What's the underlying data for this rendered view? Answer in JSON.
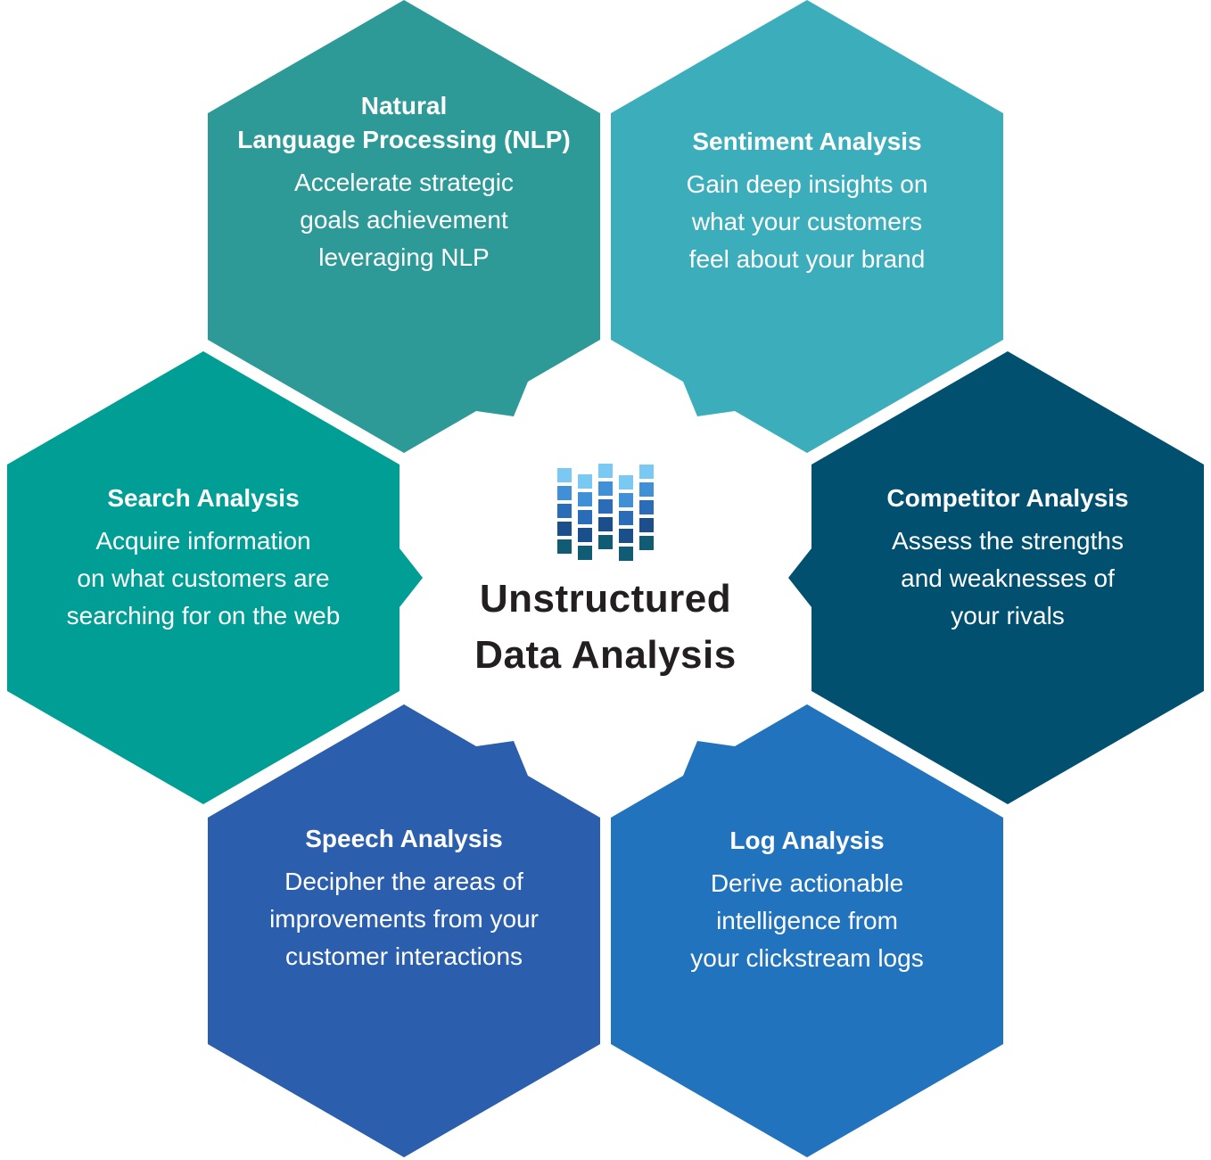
{
  "center": {
    "title_lines": [
      "Unstructured",
      "Data Analysis"
    ],
    "title_color": "#231f20",
    "logo": {
      "name": "bar-chart-logo",
      "row_colors": [
        "#79c9f2",
        "#3f90d6",
        "#2b6cb8",
        "#1a4f8c",
        "#0f5c74"
      ]
    }
  },
  "hexagons": [
    {
      "id": "nlp",
      "color": "#2e9a98",
      "title_lines": [
        "Natural",
        "Language Processing (NLP)"
      ],
      "body_lines": [
        "Accelerate strategic",
        "goals achievement",
        "leveraging NLP"
      ]
    },
    {
      "id": "sentiment",
      "color": "#3caebb",
      "title_lines": [
        "Sentiment Analysis"
      ],
      "body_lines": [
        "Gain deep insights on",
        "what your customers",
        "feel about your brand"
      ]
    },
    {
      "id": "search",
      "color": "#009e94",
      "title_lines": [
        "Search Analysis"
      ],
      "body_lines": [
        "Acquire information",
        "on what customers are",
        "searching for on the web"
      ]
    },
    {
      "id": "competitor",
      "color": "#015070",
      "title_lines": [
        "Competitor Analysis"
      ],
      "body_lines": [
        "Assess the strengths",
        "and weaknesses of",
        "your rivals"
      ]
    },
    {
      "id": "speech",
      "color": "#2b5fad",
      "title_lines": [
        "Speech Analysis"
      ],
      "body_lines": [
        "Decipher the areas of",
        "improvements from your",
        "customer interactions"
      ]
    },
    {
      "id": "log",
      "color": "#2273be",
      "title_lines": [
        "Log Analysis"
      ],
      "body_lines": [
        "Derive actionable",
        "intelligence from",
        "your clickstream logs"
      ]
    }
  ]
}
